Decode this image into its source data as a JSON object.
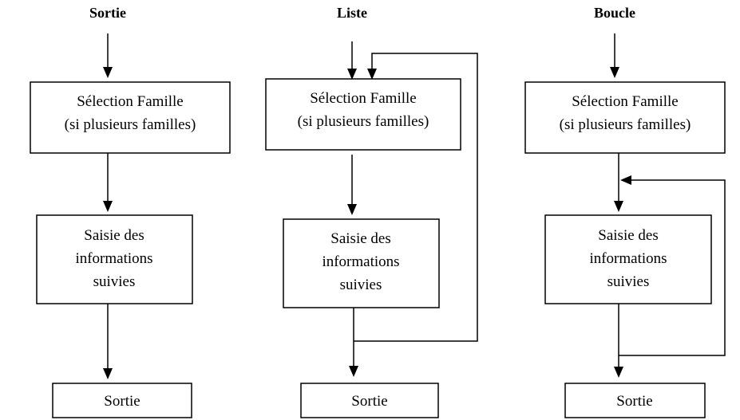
{
  "columns": [
    {
      "title": "Sortie",
      "box1": [
        "Sélection Famille",
        "(si plusieurs familles)"
      ],
      "box2": [
        "Saisie des",
        "informations",
        "suivies"
      ],
      "box3": [
        "Sortie"
      ]
    },
    {
      "title": "Liste",
      "box1": [
        "Sélection Famille",
        "(si plusieurs familles)"
      ],
      "box2": [
        "Saisie des",
        "informations",
        "suivies"
      ],
      "box3": [
        "Sortie"
      ]
    },
    {
      "title": "Boucle",
      "box1": [
        "Sélection Famille",
        "(si plusieurs familles)"
      ],
      "box2": [
        "Saisie des",
        "informations",
        "suivies"
      ],
      "box3": [
        "Sortie"
      ]
    }
  ]
}
